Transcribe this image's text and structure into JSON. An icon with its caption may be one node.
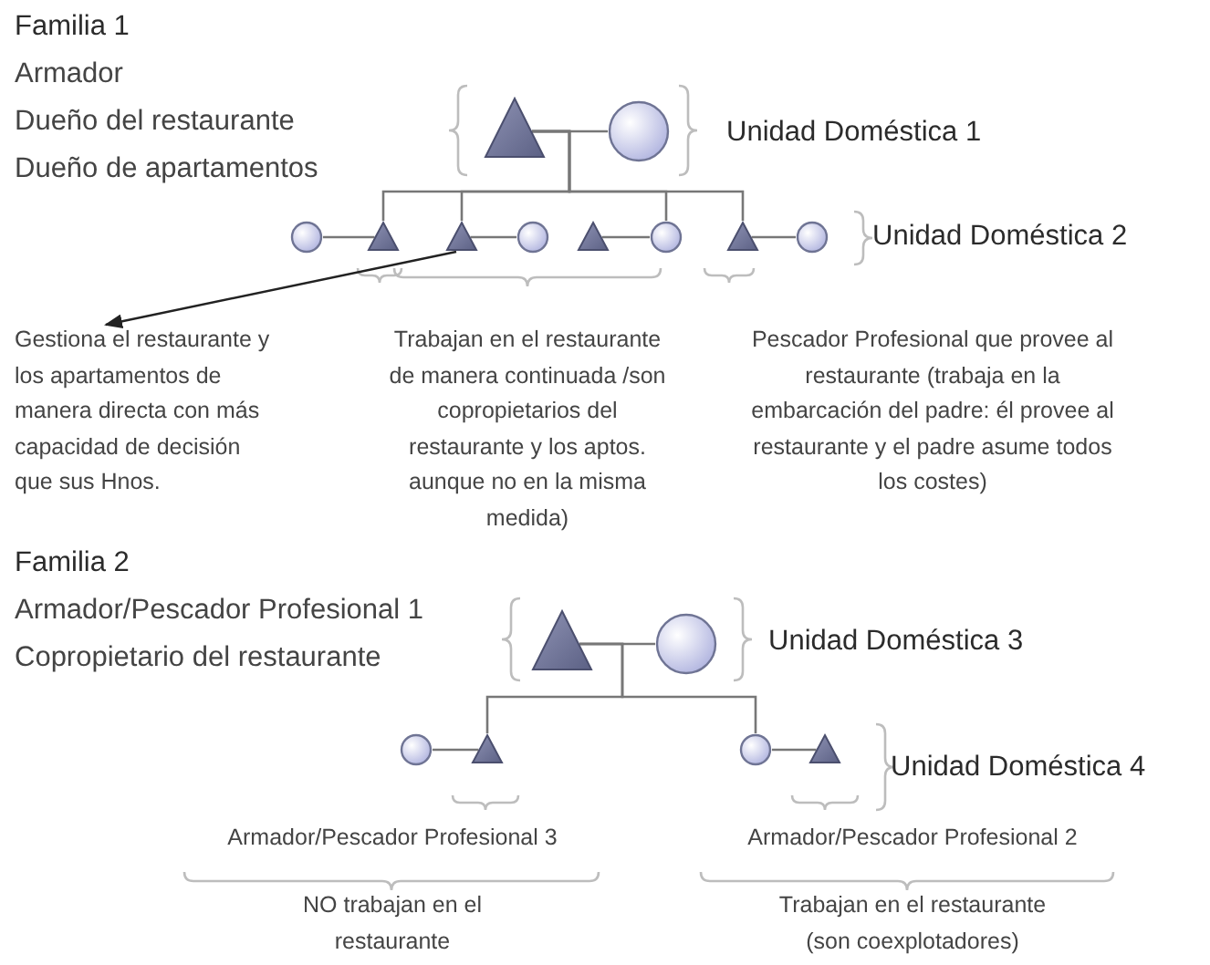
{
  "diagram": {
    "nodes": [
      {
        "text": [],
        "shape": "triangle"
      },
      {
        "text": [],
        "shape": "circle"
      },
      {
        "text": [],
        "shape": "circle"
      },
      {
        "text": [],
        "shape": "triangle"
      },
      {
        "text": [],
        "shape": "triangle"
      },
      {
        "text": [],
        "shape": "circle"
      },
      {
        "text": [],
        "shape": "triangle"
      },
      {
        "text": [],
        "shape": "circle"
      },
      {
        "text": [],
        "shape": "triangle"
      },
      {
        "text": [],
        "shape": "circle"
      },
      {
        "text": [
          "Gestiona el restaurante y los apartamentos de manera directa con más capacidad de decisión que sus Hnos."
        ]
      },
      {
        "text": [],
        "shape": "triangle"
      },
      {
        "text": [],
        "shape": "circle"
      },
      {
        "text": [],
        "shape": "circle"
      },
      {
        "text": [],
        "shape": "triangle"
      },
      {
        "text": [],
        "shape": "circle"
      },
      {
        "text": [],
        "shape": "triangle"
      }
    ],
    "edges": [
      {
        "from": 0,
        "to": 1,
        "arrow": "none"
      },
      {
        "from": 0,
        "to": 3,
        "arrow": "none"
      },
      {
        "from": 0,
        "to": 4,
        "arrow": "none"
      },
      {
        "from": 0,
        "to": 7,
        "arrow": "none"
      },
      {
        "from": 0,
        "to": 8,
        "arrow": "none"
      },
      {
        "from": 2,
        "to": 3,
        "arrow": "none"
      },
      {
        "from": 4,
        "to": 5,
        "arrow": "none"
      },
      {
        "from": 6,
        "to": 7,
        "arrow": "none"
      },
      {
        "from": 8,
        "to": 9,
        "arrow": "none"
      },
      {
        "from": 4,
        "to": 10,
        "arrow": "to"
      },
      {
        "from": 11,
        "to": 12,
        "arrow": "none"
      },
      {
        "from": 11,
        "to": 14,
        "arrow": "none"
      },
      {
        "from": 11,
        "to": 15,
        "arrow": "none"
      },
      {
        "from": 13,
        "to": 14,
        "arrow": "none"
      },
      {
        "from": 15,
        "to": 16,
        "arrow": "none"
      }
    ],
    "labels": [
      "Familia 1",
      "Armador",
      "Dueño del restaurante",
      "Dueño de apartamentos",
      "Unidad Doméstica 1",
      "Unidad Doméstica 2",
      "Trabajan en el restaurante de manera continuada /son copropietarios del restaurante y los aptos. aunque no en la misma medida)",
      "Pescador Profesional que provee al restaurante (trabaja en la embarcación del padre: él provee al restaurante y el padre asume todos los costes)",
      "Familia 2",
      "Armador/Pescador Profesional 1",
      "Copropietario del restaurante",
      "Unidad Doméstica 3",
      "Unidad Doméstica 4",
      "Armador/Pescador Profesional 3",
      "Armador/Pescador Profesional 2",
      "NO trabajan en el restaurante",
      "Trabajan en el restaurante (son coexplotadores)"
    ]
  }
}
